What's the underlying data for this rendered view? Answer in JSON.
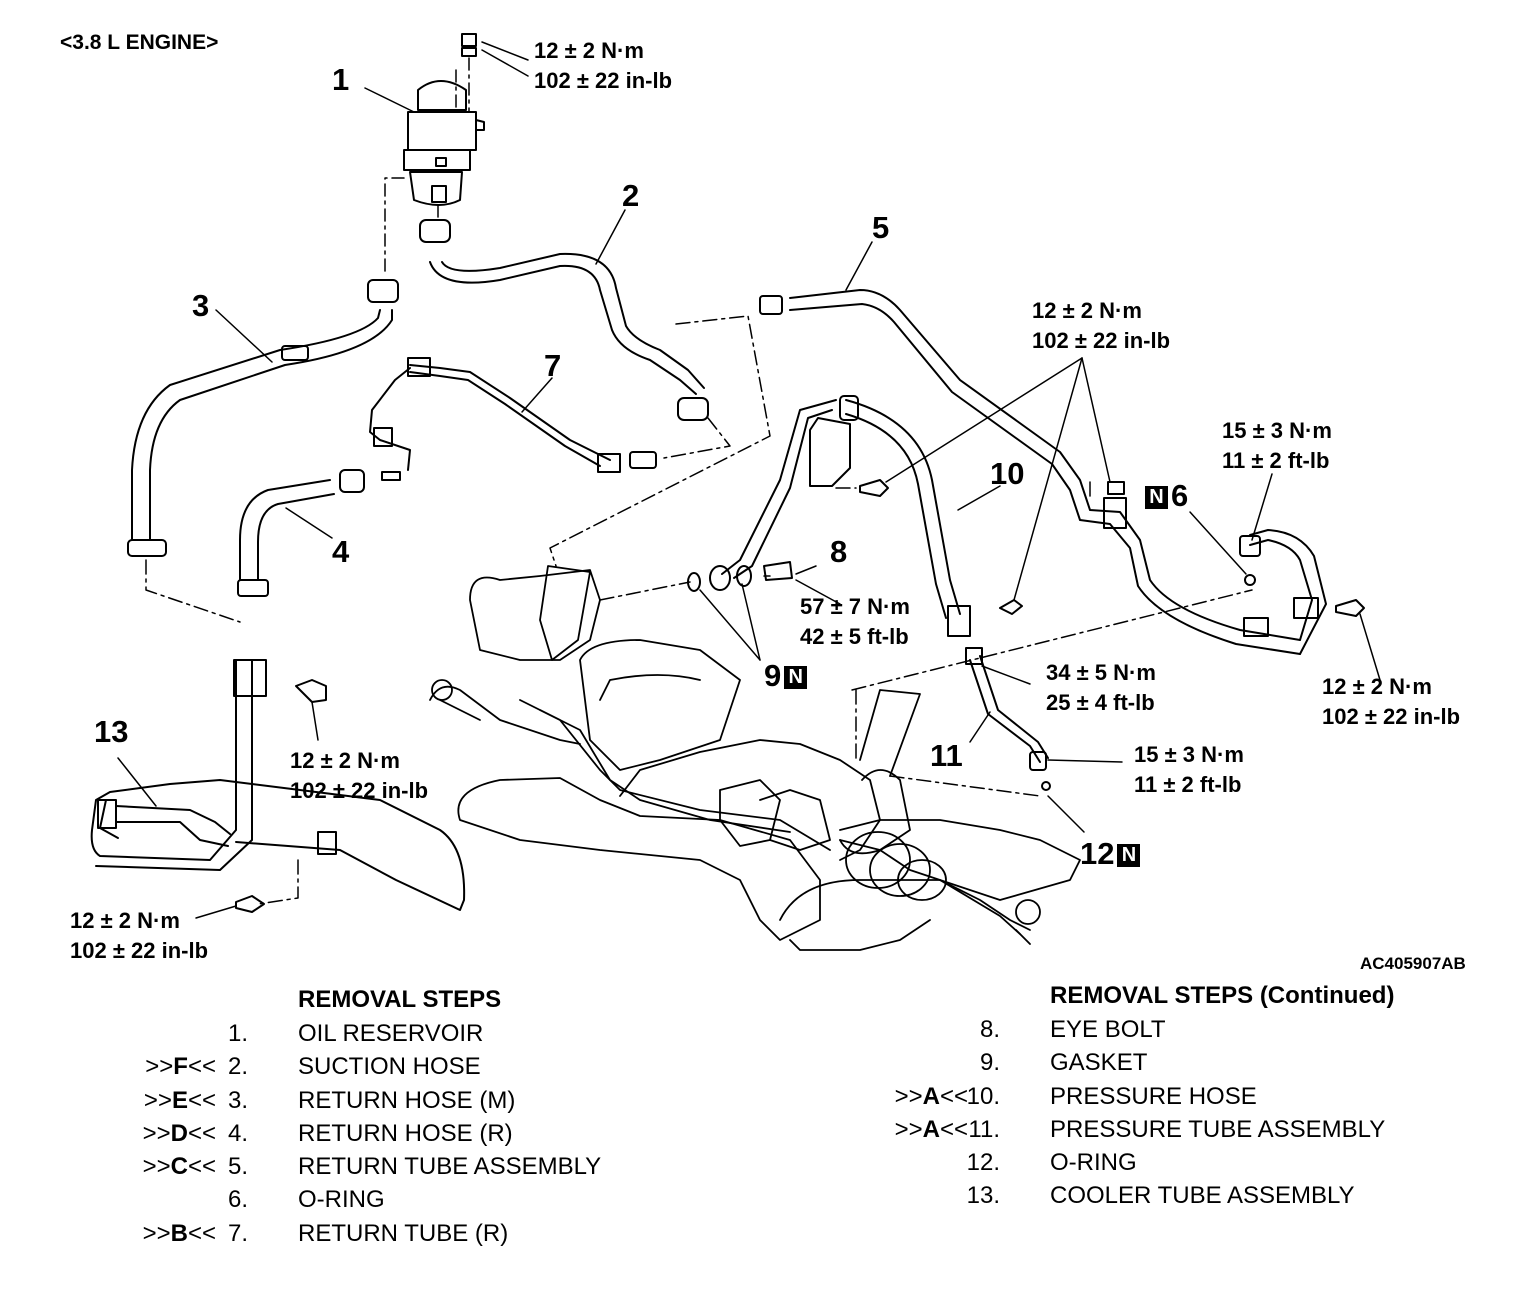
{
  "engine_label": "<3.8 L ENGINE>",
  "figure_code": "AC405907AB",
  "part_callouts": {
    "p1": "1",
    "p2": "2",
    "p3": "3",
    "p4": "4",
    "p5": "5",
    "p6": "6",
    "p7": "7",
    "p8": "8",
    "p9": "9",
    "p10": "10",
    "p11": "11",
    "p12": "12",
    "p13": "13"
  },
  "n_mark": "N",
  "torques": {
    "reservoir": [
      "12 ± 2 N·m",
      "102 ± 22 in-lb"
    ],
    "return_tube_clamp": [
      "12 ± 2 N·m",
      "102 ± 22 in-lb"
    ],
    "oring_6": [
      "15 ± 3 N·m",
      "11 ± 2 ft-lb"
    ],
    "eye_bolt": [
      "57 ± 7 N·m",
      "42 ± 5 ft-lb"
    ],
    "pressure_hose": [
      "34 ± 5 N·m",
      "25 ± 4 ft-lb"
    ],
    "bracket_right": [
      "12 ± 2 N·m",
      "102 ± 22 in-lb"
    ],
    "pressure_tube": [
      "15 ± 3 N·m",
      "11 ± 2 ft-lb"
    ],
    "cooler_bolt_upper": [
      "12 ± 2 N·m",
      "102 ± 22 in-lb"
    ],
    "cooler_bolt_lower": [
      "12 ± 2 N·m",
      "102 ± 22 in-lb"
    ]
  },
  "removal_steps": {
    "title": "REMOVAL STEPS",
    "items": [
      {
        "mark_pre": "",
        "mark_letter": "",
        "mark_post": "",
        "num": "1.",
        "name": "OIL RESERVOIR"
      },
      {
        "mark_pre": ">>",
        "mark_letter": "F",
        "mark_post": "<<",
        "num": "2.",
        "name": "SUCTION HOSE"
      },
      {
        "mark_pre": ">>",
        "mark_letter": "E",
        "mark_post": "<<",
        "num": "3.",
        "name": "RETURN HOSE (M)"
      },
      {
        "mark_pre": ">>",
        "mark_letter": "D",
        "mark_post": "<<",
        "num": "4.",
        "name": "RETURN HOSE (R)"
      },
      {
        "mark_pre": ">>",
        "mark_letter": "C",
        "mark_post": "<<",
        "num": "5.",
        "name": "RETURN TUBE ASSEMBLY"
      },
      {
        "mark_pre": "",
        "mark_letter": "",
        "mark_post": "",
        "num": "6.",
        "name": "O-RING"
      },
      {
        "mark_pre": ">>",
        "mark_letter": "B",
        "mark_post": "<<",
        "num": "7.",
        "name": "RETURN TUBE (R)"
      }
    ]
  },
  "removal_steps_continued": {
    "title": "REMOVAL STEPS (Continued)",
    "items": [
      {
        "mark_pre": "",
        "mark_letter": "",
        "mark_post": "",
        "num": "8.",
        "name": "EYE BOLT"
      },
      {
        "mark_pre": "",
        "mark_letter": "",
        "mark_post": "",
        "num": "9.",
        "name": "GASKET"
      },
      {
        "mark_pre": ">>",
        "mark_letter": "A",
        "mark_post": "<<",
        "num": "10.",
        "name": "PRESSURE HOSE"
      },
      {
        "mark_pre": ">>",
        "mark_letter": "A",
        "mark_post": "<<",
        "num": "11.",
        "name": "PRESSURE TUBE ASSEMBLY"
      },
      {
        "mark_pre": "",
        "mark_letter": "",
        "mark_post": "",
        "num": "12.",
        "name": "O-RING"
      },
      {
        "mark_pre": "",
        "mark_letter": "",
        "mark_post": "",
        "num": "13.",
        "name": "COOLER TUBE ASSEMBLY"
      }
    ]
  }
}
